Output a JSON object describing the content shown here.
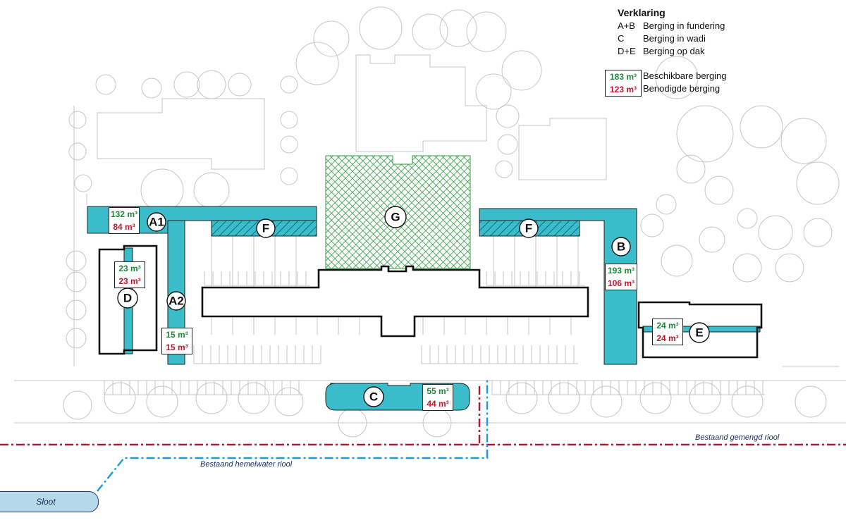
{
  "legend": {
    "title": "Verklaring",
    "items": [
      {
        "code": "A+B",
        "text": "Berging in fundering"
      },
      {
        "code": "C",
        "text": "Berging in wadi"
      },
      {
        "code": "D+E",
        "text": "Berging op dak"
      }
    ],
    "sample_available": "183 m³",
    "sample_required": "123 m³",
    "available_label": "Beschikbare berging",
    "required_label": "Benodigde berging"
  },
  "zones": {
    "A1": {
      "label": "A1",
      "available": "132 m³",
      "required": "84 m³"
    },
    "A2": {
      "label": "A2",
      "available": "15 m³",
      "required": "15 m³"
    },
    "B": {
      "label": "B",
      "available": "193 m³",
      "required": "106 m³"
    },
    "C": {
      "label": "C",
      "available": "55 m³",
      "required": "44 m³"
    },
    "D": {
      "label": "D",
      "available": "23 m³",
      "required": "23 m³"
    },
    "E": {
      "label": "E",
      "available": "24 m³",
      "required": "24 m³"
    },
    "F": {
      "label": "F"
    },
    "G": {
      "label": "G"
    }
  },
  "sewers": {
    "combined": "Bestaand gemengd riool",
    "rainwater": "Bestaand hemelwater riool",
    "ditch": "Sloot"
  },
  "colors": {
    "storage": "#3bbccb",
    "green_roof": "#2e9a3e",
    "available_text": "#1d8a3a",
    "required_text": "#c0162a",
    "combined_sewer": "#b3172e",
    "rainwater_sewer": "#1e9ad6",
    "background_lines": "#c6c6c6"
  }
}
